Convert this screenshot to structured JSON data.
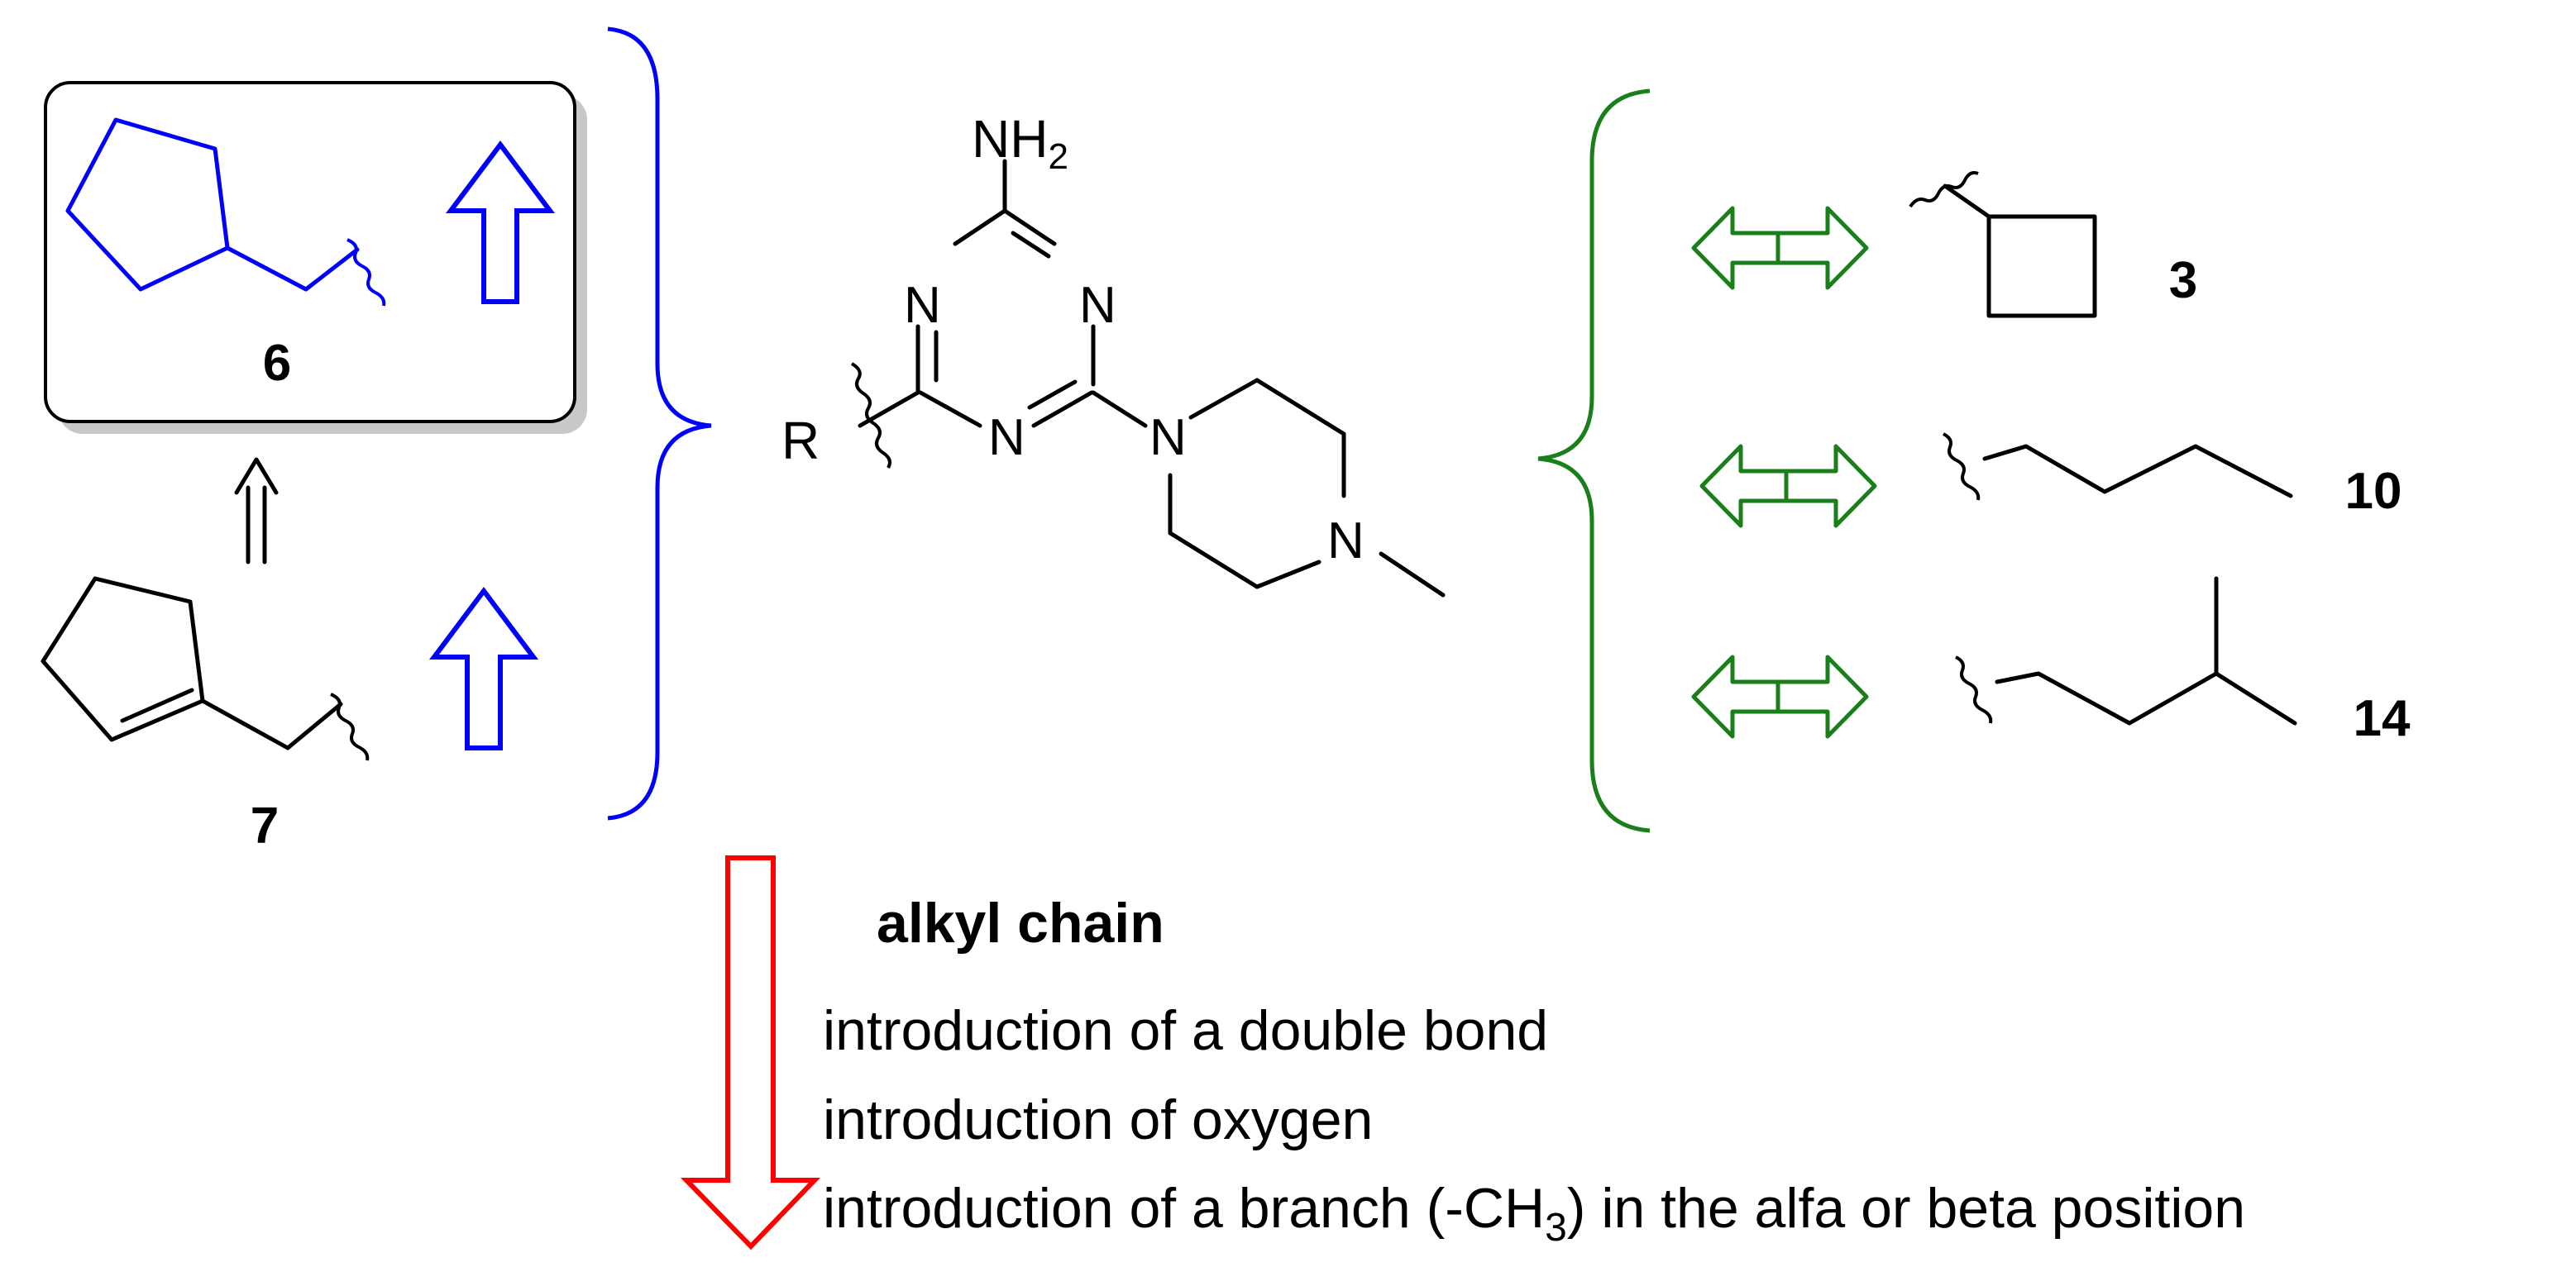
{
  "compounds": {
    "c6": "6",
    "c7": "7",
    "c3": "3",
    "c10": "10",
    "c14": "14"
  },
  "core": {
    "nh2_main": "NH",
    "nh2_sub": "2",
    "n_top_left": "N",
    "n_top_right": "N",
    "n_bottom": "N",
    "n_pip1": "N",
    "n_pip2": "N",
    "r_group": "R"
  },
  "notes": {
    "heading": "alkyl chain",
    "line1": "introduction of a double bond",
    "line2": "introduction of oxygen",
    "line3_pre": "introduction of a branch (-CH",
    "line3_sub": "3",
    "line3_post": ") in the alfa or beta position"
  },
  "colors": {
    "highlight": "#0000ff",
    "equivalent": "#1a7f1a",
    "decrease": "#ff0000"
  }
}
